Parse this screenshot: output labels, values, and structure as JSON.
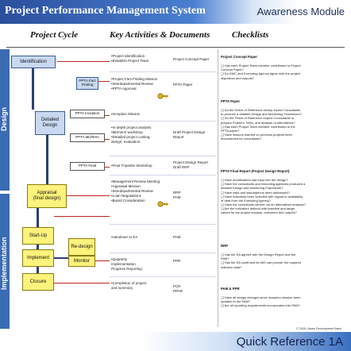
{
  "header": {
    "title": "Project Performance Management System",
    "module": "Awareness Module"
  },
  "columns": {
    "cycle": "Project Cycle",
    "activities": "Key Activities & Documents",
    "checklists": "Checklists"
  },
  "phases": {
    "design": "Design",
    "implementation": "Implementation"
  },
  "cycle_boxes": {
    "identification": "Identification",
    "detailed_design": "Detailed\nDesign",
    "appraisal": "Appraisal\n(final design)",
    "startup": "Start-Up",
    "implement": "Implement",
    "closure": "Closure",
    "redesign": "Re-design",
    "monitor": "Monitor",
    "ppta_fact": "PPTA Fact\nFinding",
    "ppta_inception": "PPTA Inception",
    "ppta_midterm": "PPTA MidTerm",
    "ppta_final": "PPTA Final"
  },
  "activities": [
    {
      "text": "•Project Identification\n•Establish Project Team",
      "doc": "Project Concept Paper"
    },
    {
      "text": "•Project Fact-Finding Mission\n•Interdepartmental Review\n•PPTA Approval",
      "doc": "PPTA Paper"
    },
    {
      "text": "•Inception Mission",
      "doc": ""
    },
    {
      "text": "•In-depth project analysis\n•Mid-term workshop\n•Detailed project costing,\n design, evaluation",
      "doc": "Draft Project Design\nReport"
    },
    {
      "text": "•Final Tripartite Workshop",
      "doc": "Project Design Report\nDraft RRP"
    },
    {
      "text": "•Management Review Meeting\n•Appraisal Mission\n•Interdepartmental Review\n•Loan Negotiations\n•Board Consideration",
      "doc": "RRP\nPAM"
    },
    {
      "text": "•Handover to EA",
      "doc": "PAM"
    },
    {
      "text": "•Quarterly\n Implementation\n Progress Reporting",
      "doc": "PPR"
    },
    {
      "text": "•Completion of project\n and summary",
      "doc": "PCR\nPPAR"
    }
  ],
  "checklists": [
    {
      "title": "Project Concept Paper",
      "items": "❑ Has each Project Team member contributed to Project\n Concept Paper?\n❑ Do DMC and Executing Agency agree with the project\n objectives and outputs?"
    },
    {
      "title": "PPTA Paper",
      "items": "❑ Do the Terms of Reference clearly expect Consultants\n to produce a detailed Design and Monitoring Framework?\n❑ Do the Terms of Reference expect Consultants to\n prepare Problem Trees, and analysis of alternatives?\n❑ Has each Project Team member contributed to the\n PPTA paper?\n❑ Have lessons learned on previous projects been\n documented for consultants?"
    },
    {
      "title": "PPTA Final Report (Project Design Report)",
      "items": "❑ Have beneficiaries had input into the design?\n❑ Have the consultants and executing agencies produced a\n detailed Design and Monitoring Framework?\n❑ Have risks and assumptions been addressed?\n❑ Have indicators been selected with regard to availability\n of data from the Executing Agency?\n❑ Have the consultants carried out an alternatives analysis?\n❑ Are the indicators defined with baseline and target\n values for the project impacts, outcomes and outputs?"
    },
    {
      "title": "RRP",
      "items": "❑ Has the EA agreed with the Design Report and the\n PAM?\n❑ Has the EA confirmed its MIS can provide the required\n indicator data?"
    },
    {
      "title": "PAM & PPR",
      "items": "❑ Have all design changes since inception mission been\n updated in the PAM?\n❑ Are all reporting requirements incorporated into PAM?"
    }
  ],
  "copyright": "© 2005, Asian Development Bank",
  "footer": {
    "label": "Quick Reference 1A"
  },
  "colors": {
    "blue": "#3b6bb3",
    "yellow": "#fdf27b",
    "red": "#c0241f"
  }
}
